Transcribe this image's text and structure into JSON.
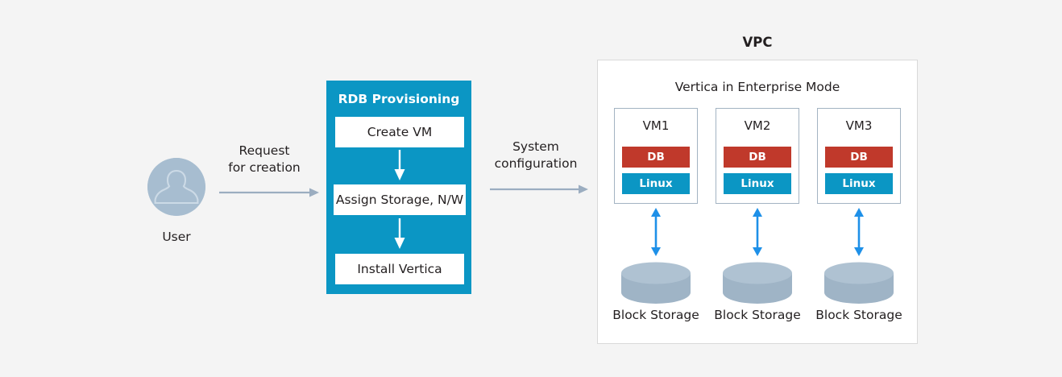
{
  "page": {
    "background": "#f4f4f4",
    "title": "Vertica in Enterprise Mode on VPC architecture"
  },
  "colors": {
    "accent_blue": "#0b96c4",
    "db_red": "#c0392b",
    "arrow_blue": "#1e90e8",
    "flow_grey": "#9badc0",
    "avatar_grey": "#a7bdd0",
    "storage_top": "#afc2d2",
    "storage_body": "#9fb4c6",
    "text": "#231f20",
    "panel_border": "#a3b3c2",
    "vpc_border": "#d9d9d9"
  },
  "user": {
    "label": "User",
    "avatar_icon": "user-avatar-icon"
  },
  "flows": [
    {
      "id": "request",
      "line1": "Request",
      "line2": "for creation",
      "arrow_icon": "arrow-right-icon"
    },
    {
      "id": "system",
      "line1": "System",
      "line2": "configuration",
      "arrow_icon": "arrow-right-icon"
    }
  ],
  "rdb_panel": {
    "title": "RDB Provisioning",
    "steps": [
      {
        "label": "Create VM"
      },
      {
        "label": "Assign Storage, N/W"
      },
      {
        "label": "Install Vertica"
      }
    ],
    "step_arrow_icon": "arrow-down-icon"
  },
  "vpc": {
    "title": "VPC",
    "subtitle": "Vertica in Enterprise Mode",
    "vms": [
      {
        "name": "VM1",
        "db_label": "DB",
        "os_label": "Linux",
        "storage_label": "Block Storage"
      },
      {
        "name": "VM2",
        "db_label": "DB",
        "os_label": "Linux",
        "storage_label": "Block Storage"
      },
      {
        "name": "VM3",
        "db_label": "DB",
        "os_label": "Linux",
        "storage_label": "Block Storage"
      }
    ],
    "link_arrow_icon": "arrow-up-down-icon",
    "storage_icon": "database-cylinder-icon"
  }
}
